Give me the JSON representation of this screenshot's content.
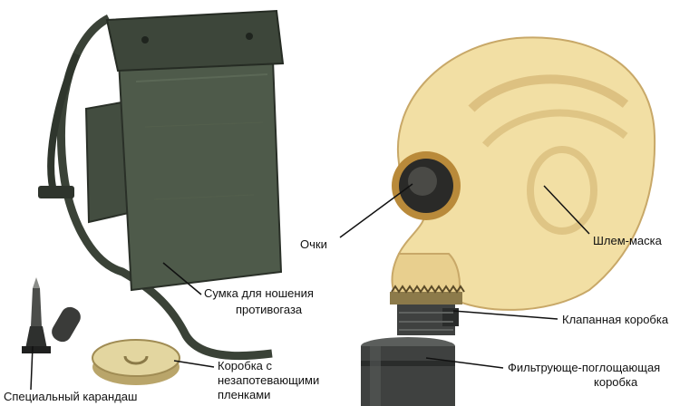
{
  "labels": {
    "glasses": "Очки",
    "helmet_mask": "Шлем-маска",
    "bag_line1": "Сумка для ношения",
    "bag_line2": "противогаза",
    "valve_box": "Клапанная коробка",
    "filter_line1": "Фильтрующе-поглощающая",
    "filter_line2": "коробка",
    "film_box_line1": "Коробка с",
    "film_box_line2": "незапотевающими",
    "film_box_line3": "пленками",
    "pencil": "Специальный карандаш"
  },
  "colors": {
    "bag": "#4e5a4a",
    "bag_dark": "#323a30",
    "mask": "#f2dfa4",
    "mask_shadow": "#d7b978",
    "metal": "#3f4140",
    "lid": "#e3d6a0"
  }
}
